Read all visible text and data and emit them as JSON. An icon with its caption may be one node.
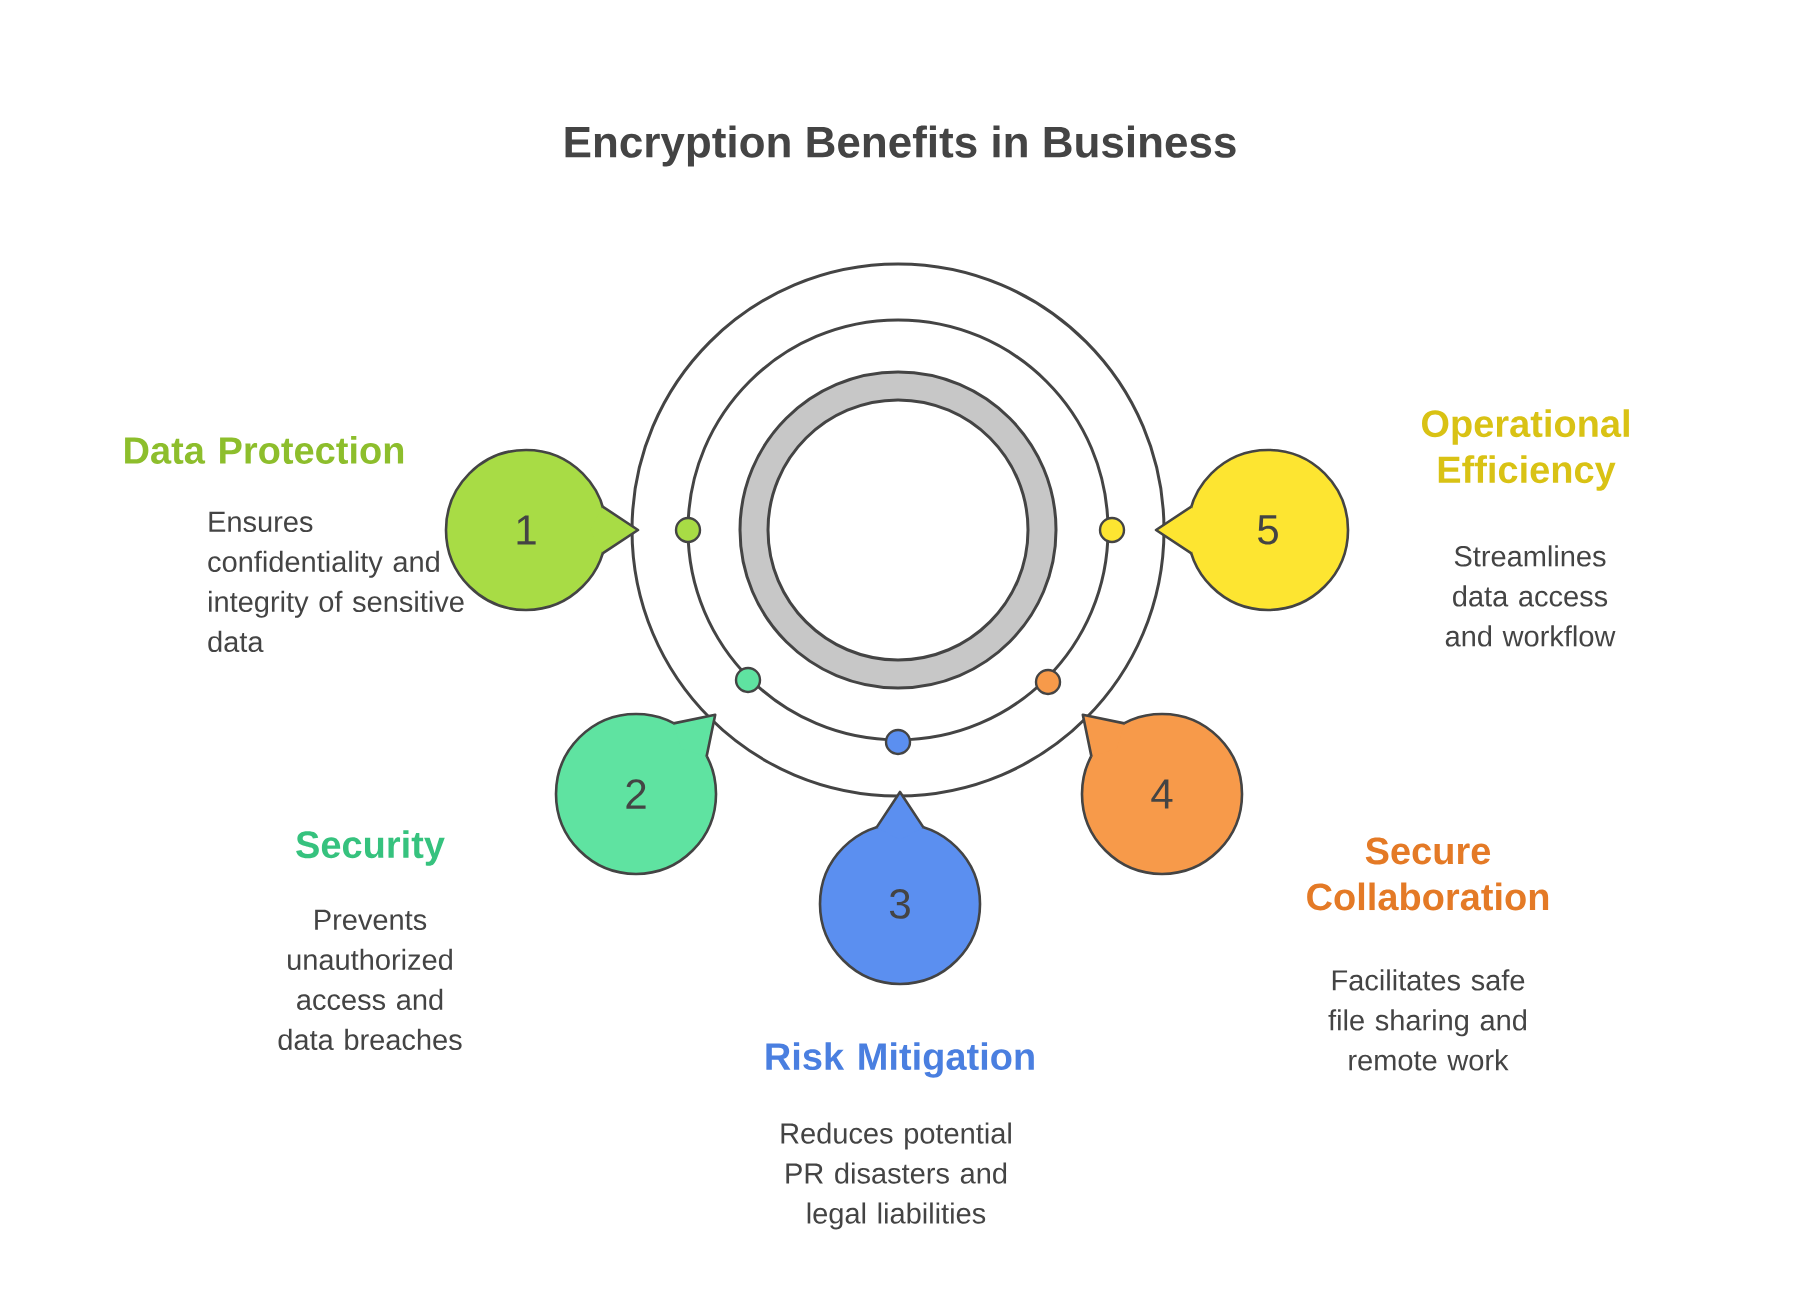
{
  "diagram": {
    "title": "Encryption Benefits in Business",
    "nodes": [
      {
        "text": [
          "1"
        ],
        "beside": [
          "Data Protection",
          "Ensures confidentiality and integrity of sensitive data"
        ]
      },
      {
        "text": [
          "2"
        ],
        "beside": [
          "Security",
          "Prevents unauthorized access and data breaches"
        ]
      },
      {
        "text": [
          "3"
        ],
        "beside": [
          "Risk Mitigation",
          "Reduces potential PR disasters and legal liabilities"
        ]
      },
      {
        "text": [
          "4"
        ],
        "beside": [
          "Secure Collaboration",
          "Facilitates safe file sharing and remote work"
        ]
      },
      {
        "text": [
          "5"
        ],
        "beside": [
          "Operational Efficiency",
          "Streamlines data access and workflow"
        ]
      }
    ]
  }
}
